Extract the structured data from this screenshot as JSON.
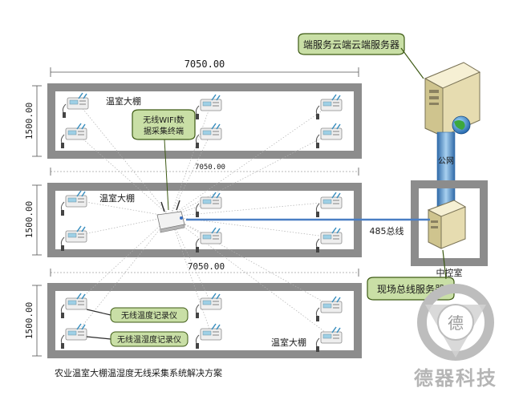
{
  "labels": {
    "cloud_server": "端服务云端云端服务器",
    "public_network": "公网",
    "bus_485": "485总线",
    "control_room": "中控室",
    "field_server": "现场总线服务器",
    "wifi_terminal_line1": "无线WIFI数",
    "wifi_terminal_line2": "据采集终端",
    "temp_recorder": "无线温度记录仪",
    "temp_humidity_recorder": "无线温湿度记录仪",
    "greenhouse_1": "温室大棚",
    "greenhouse_2": "温室大棚",
    "greenhouse_3": "温室大棚",
    "caption": "农业温室大棚温湿度无线采集系统解决方案",
    "brand": "德器科技",
    "brand_seal": "德"
  },
  "dimensions": {
    "width_1": "7050.00",
    "width_2": "7050.00",
    "width_3": "7050.00",
    "height_1": "1500.00",
    "height_2": "1500.00",
    "height_3": "1500.00"
  },
  "colors": {
    "wall": "#8c8c8c",
    "callout_fill": "#c9dfa6",
    "callout_stroke": "#3d5a14",
    "pipe": "#5f9fd3",
    "bus_line": "#4a7fc4",
    "wireless_line": "#b0b0b0",
    "logo_gray": "#b5b5b5"
  }
}
